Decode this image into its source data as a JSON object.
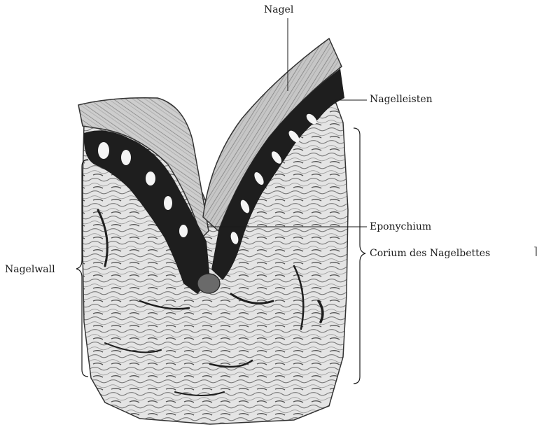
{
  "labels": {
    "nagel": "Nagel",
    "nagelleisten": "Nagelleisten",
    "eponychium": "Eponychium",
    "corium": "Corium des Nagelbettes",
    "nagelwall": "Nagelwall"
  },
  "colors": {
    "ink": "#1a1a1a",
    "dark_layer": "#1e1e1e",
    "tissue": "#d8d8d8",
    "nail": "#b9b9b9",
    "background": "#ffffff"
  }
}
